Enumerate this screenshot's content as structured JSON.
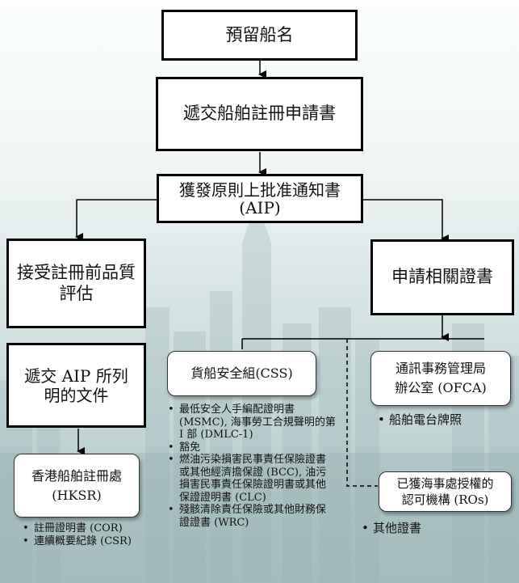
{
  "steps": {
    "reserve_name": "預留船名",
    "submit_application": "遞交船舶註冊申請書",
    "aip_line1": "獲發原則上批准通知書",
    "aip_line2": "(AIP)",
    "pre_reg_line1": "接受註冊前品質",
    "pre_reg_line2": "評估",
    "apply_certs": "申請相關證書",
    "submit_docs_line1": "遞交 AIP 所列",
    "submit_docs_line2": "明的文件"
  },
  "hksr": {
    "line1": "香港船舶註冊處",
    "line2": "(HKSR)",
    "items": [
      "註冊證明書 (COR)",
      "連續概要紀錄 (CSR)"
    ]
  },
  "css": {
    "label": "貨船安全組(CSS)",
    "items": [
      "最低安全人手編配證明書 (MSMC), 海事勞工合規聲明的第 I 部 (DMLC-1)",
      "豁免",
      "燃油污染損害民事責任保險證書或其他經濟擔保證 (BCC), 油污損害民事責任保險證明書或其他保證證明書 (CLC)",
      "殘骸清除責任保險或其他財務保證證書 (WRC)"
    ]
  },
  "ofca": {
    "line1": "通訊事務管理局",
    "line2": "辦公室 (OFCA)",
    "items": [
      "船舶電台牌照"
    ]
  },
  "ros": {
    "line1": "已獲海事處授權的",
    "line2": "認可機構 (ROs)",
    "items": [
      "其他證書"
    ]
  }
}
